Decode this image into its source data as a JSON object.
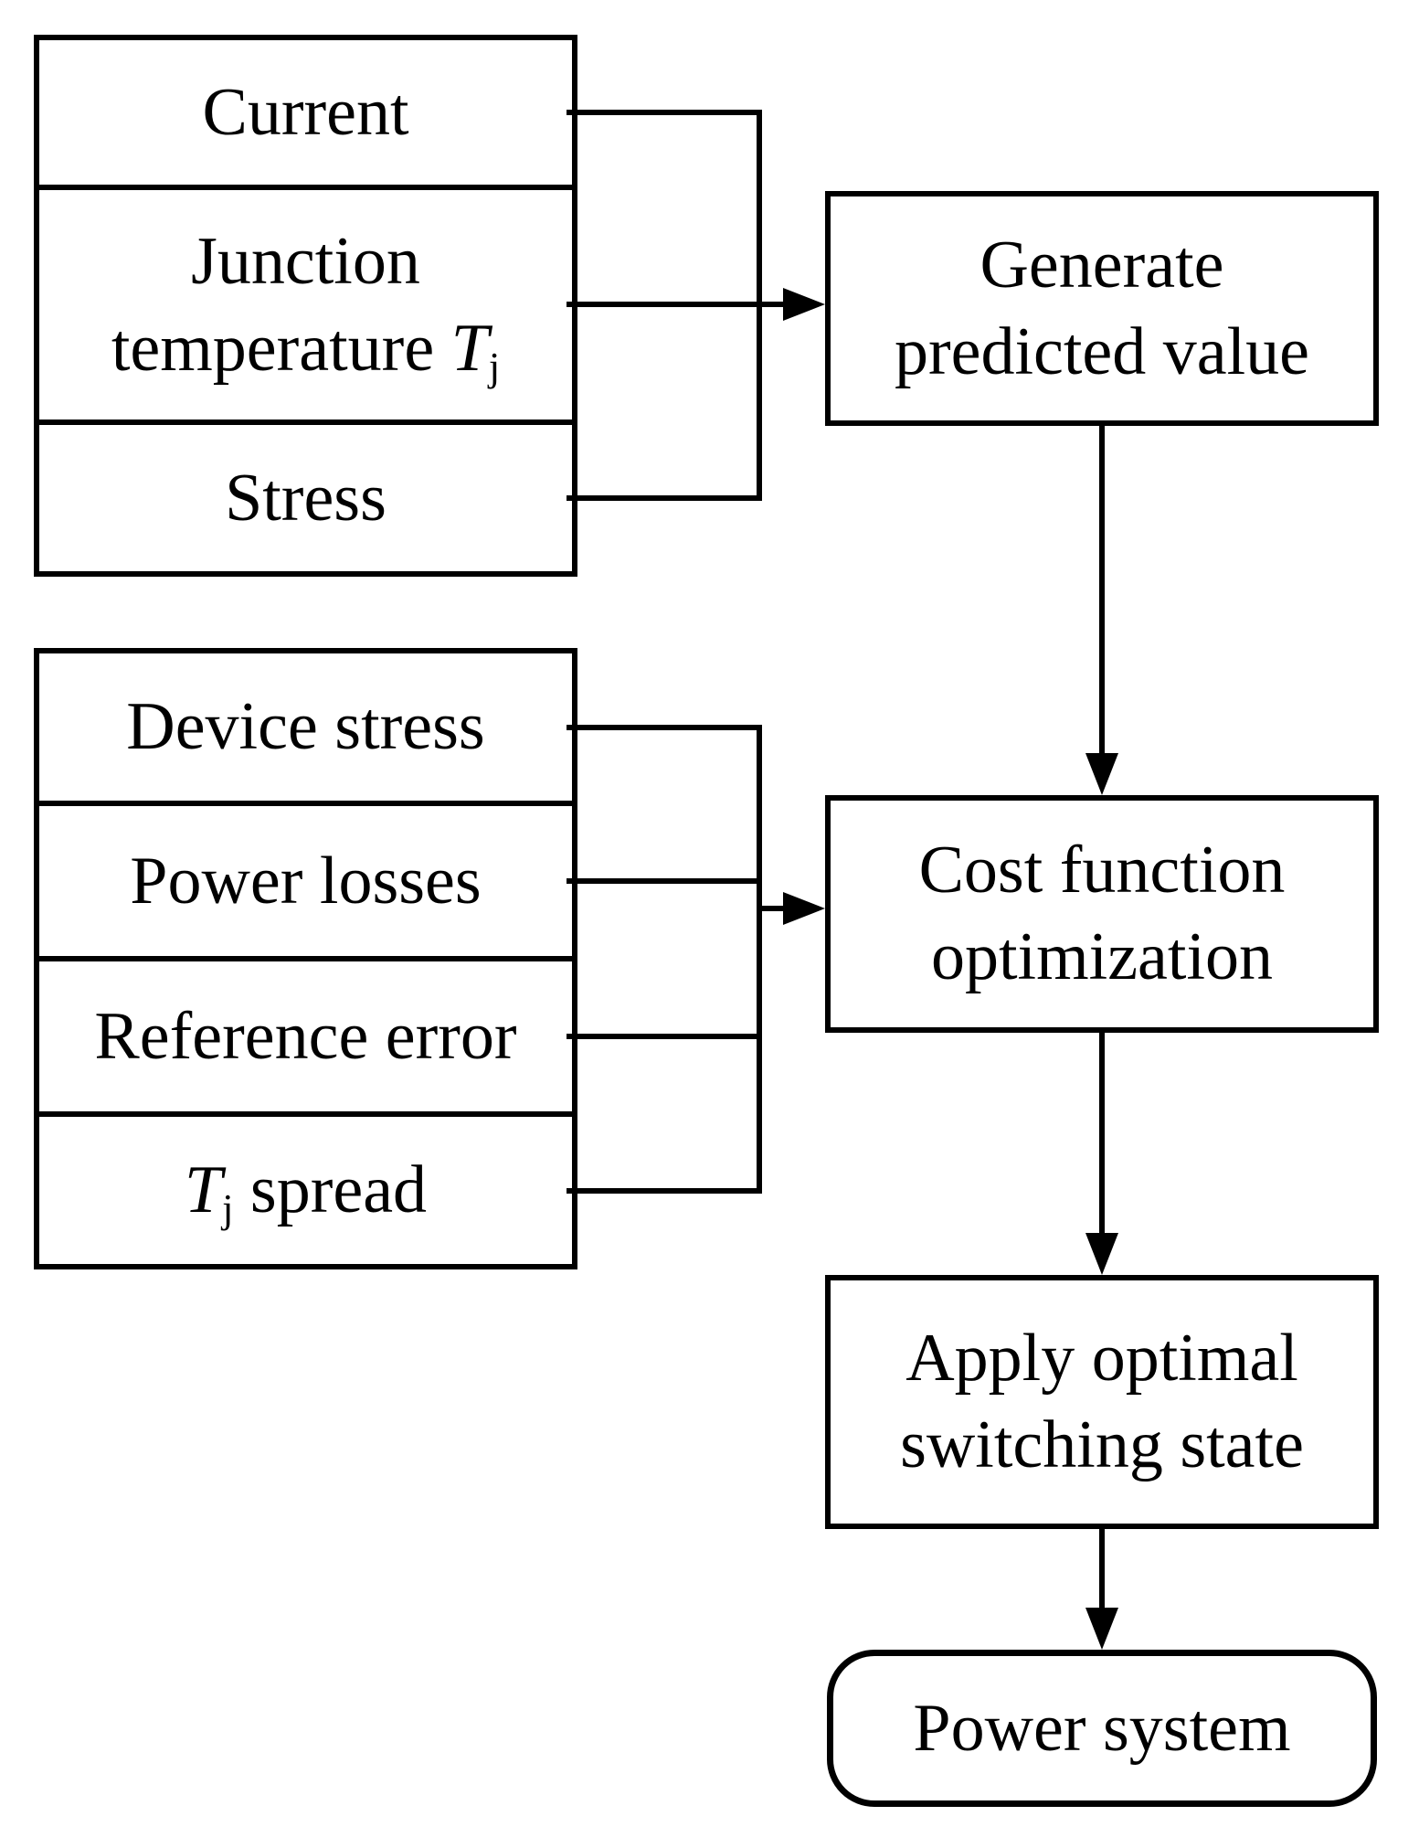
{
  "colors": {
    "background": "#ffffff",
    "stroke": "#000000",
    "text": "#000000"
  },
  "input_group_top": {
    "rows": [
      {
        "text": "Current"
      },
      {
        "pre": "Junction temperature ",
        "sym": "T",
        "sub": "j"
      },
      {
        "text": "Stress"
      }
    ]
  },
  "input_group_bottom": {
    "rows": [
      {
        "text": "Device stress"
      },
      {
        "text": "Power losses"
      },
      {
        "text": "Reference error"
      },
      {
        "sym": "T",
        "sub": "j",
        "post": " spread"
      }
    ]
  },
  "process": {
    "generate": {
      "line1": "Generate",
      "line2": "predicted value"
    },
    "cost": {
      "line1": "Cost function",
      "line2": "optimization"
    },
    "apply": {
      "line1": "Apply optimal",
      "line2": "switching state"
    }
  },
  "terminal": {
    "text": "Power system"
  },
  "edges": [
    {
      "from": "input-group-top",
      "to": "generate"
    },
    {
      "from": "generate",
      "to": "cost"
    },
    {
      "from": "input-group-bottom",
      "to": "cost"
    },
    {
      "from": "cost",
      "to": "apply"
    },
    {
      "from": "apply",
      "to": "power-system"
    }
  ]
}
